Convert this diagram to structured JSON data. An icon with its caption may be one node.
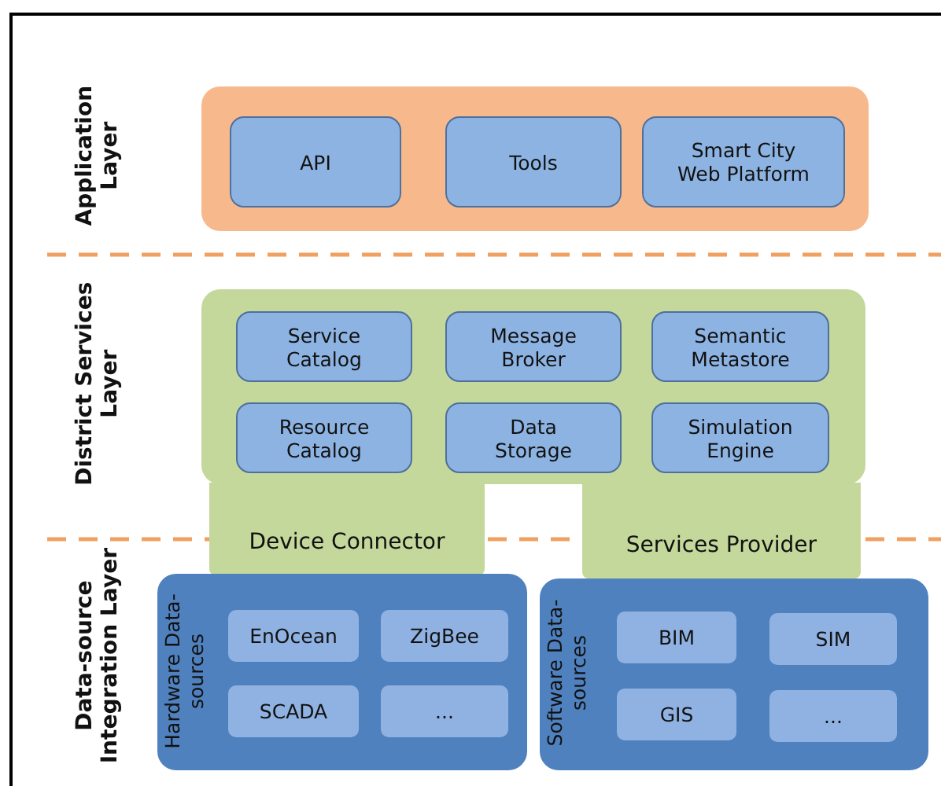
{
  "diagram": {
    "nodes": [
      {
        "text": [],
        "shape": "box"
      },
      {
        "text": [
          "API"
        ],
        "in": 0
      },
      {
        "text": [
          "Tools"
        ],
        "in": 0
      },
      {
        "text": [
          "Smart City Web Platform"
        ],
        "in": 0
      },
      {
        "text": [],
        "shape": "box"
      },
      {
        "text": [
          "Service Catalog"
        ],
        "in": 4
      },
      {
        "text": [
          "Message Broker"
        ],
        "in": 4
      },
      {
        "text": [
          "Semantic Metastore"
        ],
        "in": 4
      },
      {
        "text": [
          "Resource Catalog"
        ],
        "in": 4
      },
      {
        "text": [
          "Data Storage"
        ],
        "in": 4
      },
      {
        "text": [
          "Simulation Engine"
        ],
        "in": 4
      },
      {
        "text": [
          "Device Connector"
        ]
      },
      {
        "text": [
          "Services Provider"
        ]
      },
      {
        "text": [
          "Hardware Data-sources"
        ]
      },
      {
        "text": [
          "EnOcean"
        ],
        "in": 13
      },
      {
        "text": [
          "ZigBee"
        ],
        "in": 13
      },
      {
        "text": [
          "SCADA"
        ],
        "in": 13
      },
      {
        "text": [
          "..."
        ],
        "in": 13
      },
      {
        "text": [
          "Software Data-sources"
        ]
      },
      {
        "text": [
          "BIM"
        ],
        "in": 18
      },
      {
        "text": [
          "SIM"
        ],
        "in": 18
      },
      {
        "text": [
          "GIS"
        ],
        "in": 18
      },
      {
        "text": [
          "..."
        ],
        "in": 18
      }
    ],
    "labels": [
      "Application Layer",
      "District Services Layer",
      "Data-source Integration Layer"
    ]
  }
}
